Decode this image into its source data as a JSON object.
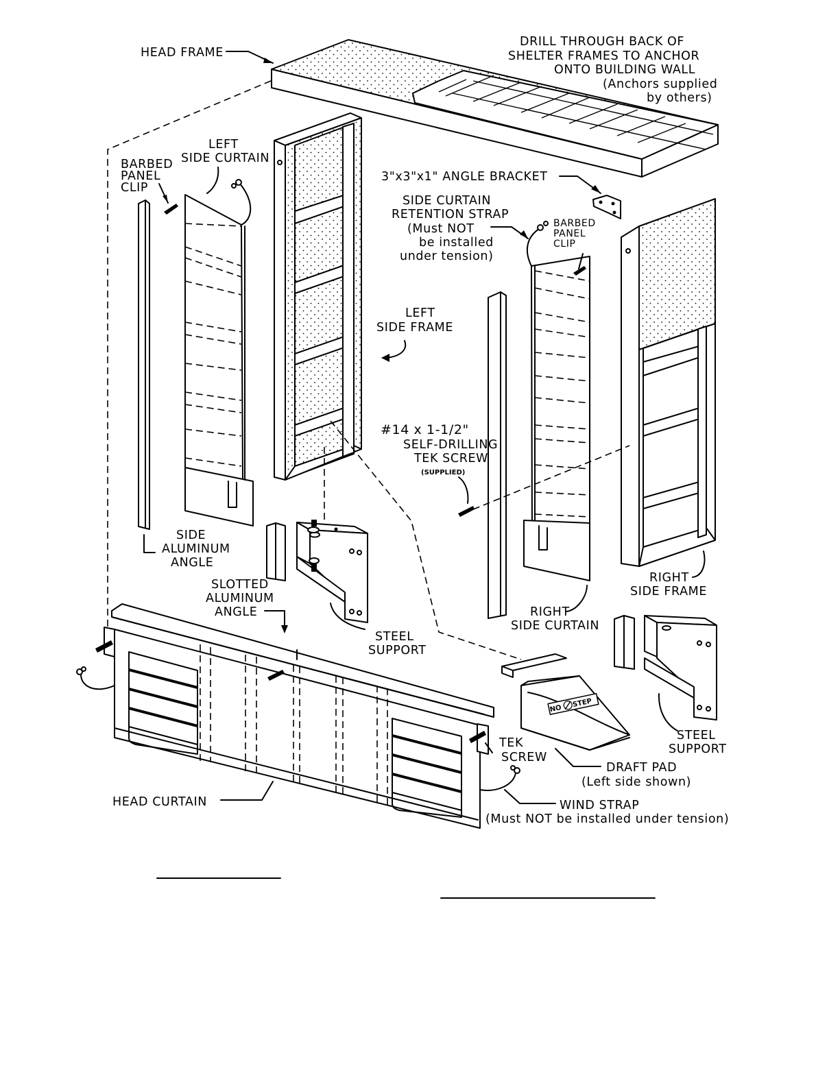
{
  "labels": {
    "head_frame": "HEAD FRAME",
    "drill_1": "DRILL THROUGH BACK OF",
    "drill_2": "SHELTER FRAMES TO ANCHOR",
    "drill_3": "ONTO BUILDING WALL",
    "drill_4": "(Anchors supplied",
    "drill_5": "by others)",
    "left_curtain_1": "LEFT",
    "left_curtain_2": "SIDE CURTAIN",
    "barbed_left_1": "BARBED",
    "barbed_left_2": "PANEL",
    "barbed_left_3": "CLIP",
    "angle_bracket": "3\"x3\"x1\" ANGLE BRACKET",
    "retention_1": "SIDE CURTAIN",
    "retention_2": "RETENTION STRAP",
    "retention_3": "(Must NOT",
    "retention_4": "be installed",
    "retention_5": "under tension)",
    "barbed_right_1": "BARBED",
    "barbed_right_2": "PANEL",
    "barbed_right_3": "CLIP",
    "left_frame_1": "LEFT",
    "left_frame_2": "SIDE FRAME",
    "screw_1": "#14 x 1-1/2\"",
    "screw_2": "SELF-DRILLING",
    "screw_3": "TEK SCREW",
    "screw_4": "(SUPPLIED)",
    "side_angle_1": "SIDE",
    "side_angle_2": "ALUMINUM",
    "side_angle_3": "ANGLE",
    "slotted_1": "SLOTTED",
    "slotted_2": "ALUMINUM",
    "slotted_3": "ANGLE",
    "steel_left_1": "STEEL",
    "steel_left_2": "SUPPORT",
    "right_curtain_1": "RIGHT",
    "right_curtain_2": "SIDE CURTAIN",
    "right_frame_1": "RIGHT",
    "right_frame_2": "SIDE FRAME",
    "steel_right_1": "STEEL",
    "steel_right_2": "SUPPORT",
    "tek_1": "TEK",
    "tek_2": "SCREW",
    "draft_1": "DRAFT PAD",
    "draft_2": "(Left side shown)",
    "head_curtain": "HEAD CURTAIN",
    "wind_1": "WIND STRAP",
    "wind_2": "(Must NOT be installed under tension)",
    "no_step": "NO STEP"
  },
  "colors": {
    "ink": "#000000",
    "paper": "#ffffff"
  }
}
